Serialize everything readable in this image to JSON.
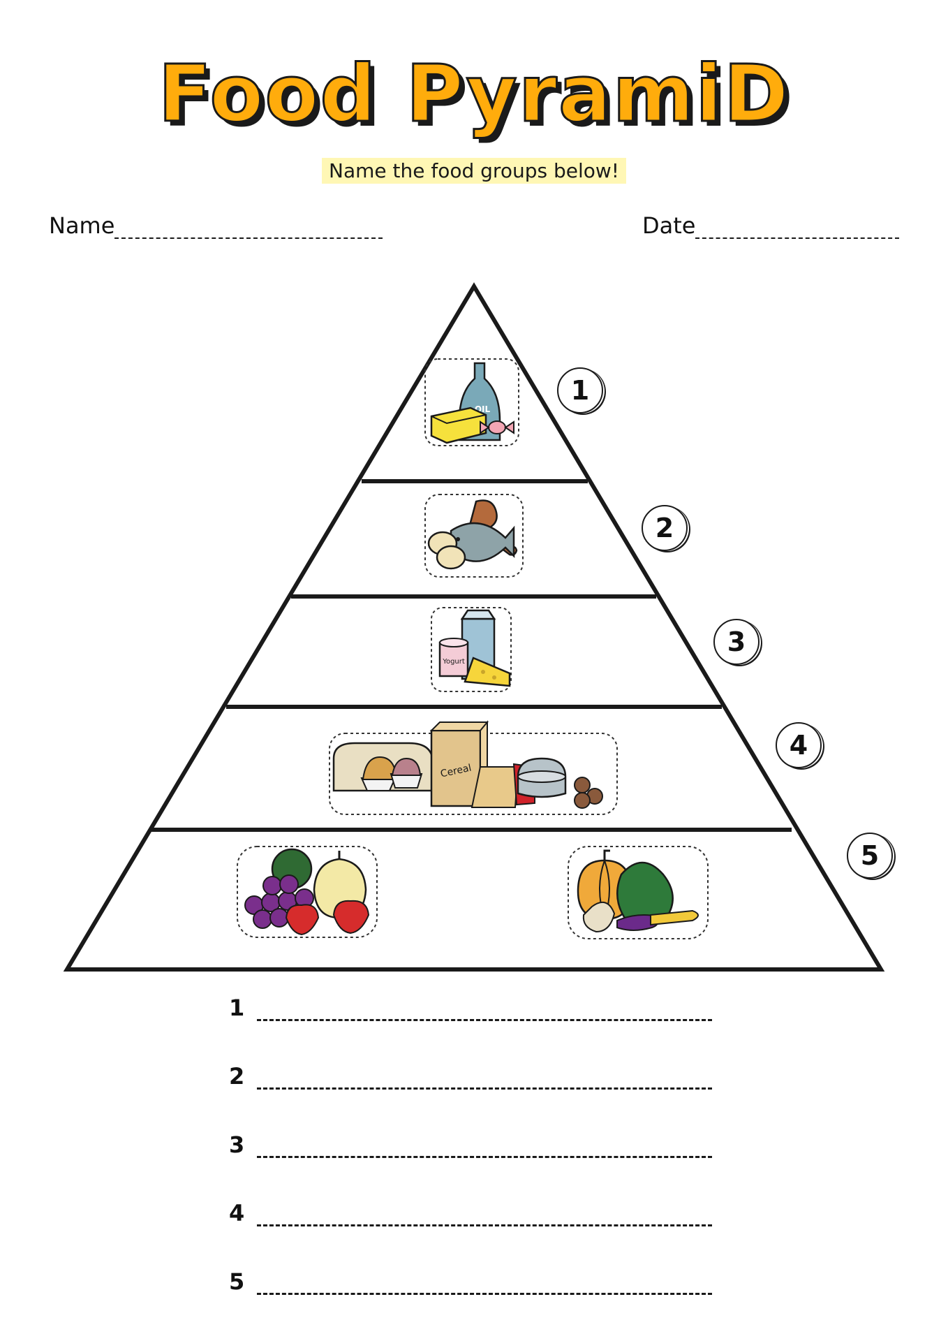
{
  "title": "Food PyramiD",
  "subtitle": "Name the food groups below!",
  "fields": {
    "name_label": "Name",
    "date_label": "Date"
  },
  "pyramid": {
    "levels": [
      {
        "number": "1",
        "illustration": "oils-butter-sweets-icon",
        "oil_label": "OIL"
      },
      {
        "number": "2",
        "illustration": "meat-fish-eggs-icon"
      },
      {
        "number": "3",
        "illustration": "dairy-milk-yogurt-cheese-icon",
        "yogurt_label": "Yogurt"
      },
      {
        "number": "4",
        "illustration": "grains-bread-cereal-icon",
        "cereal_label": "Cereal"
      },
      {
        "number": "5",
        "illustration": "fruits-and-vegetables-icon"
      }
    ]
  },
  "answers": [
    "1",
    "2",
    "3",
    "4",
    "5"
  ],
  "colors": {
    "title": "#ffac0c",
    "subtitle_highlight": "#fff7b5",
    "ink": "#1a1a1a"
  }
}
